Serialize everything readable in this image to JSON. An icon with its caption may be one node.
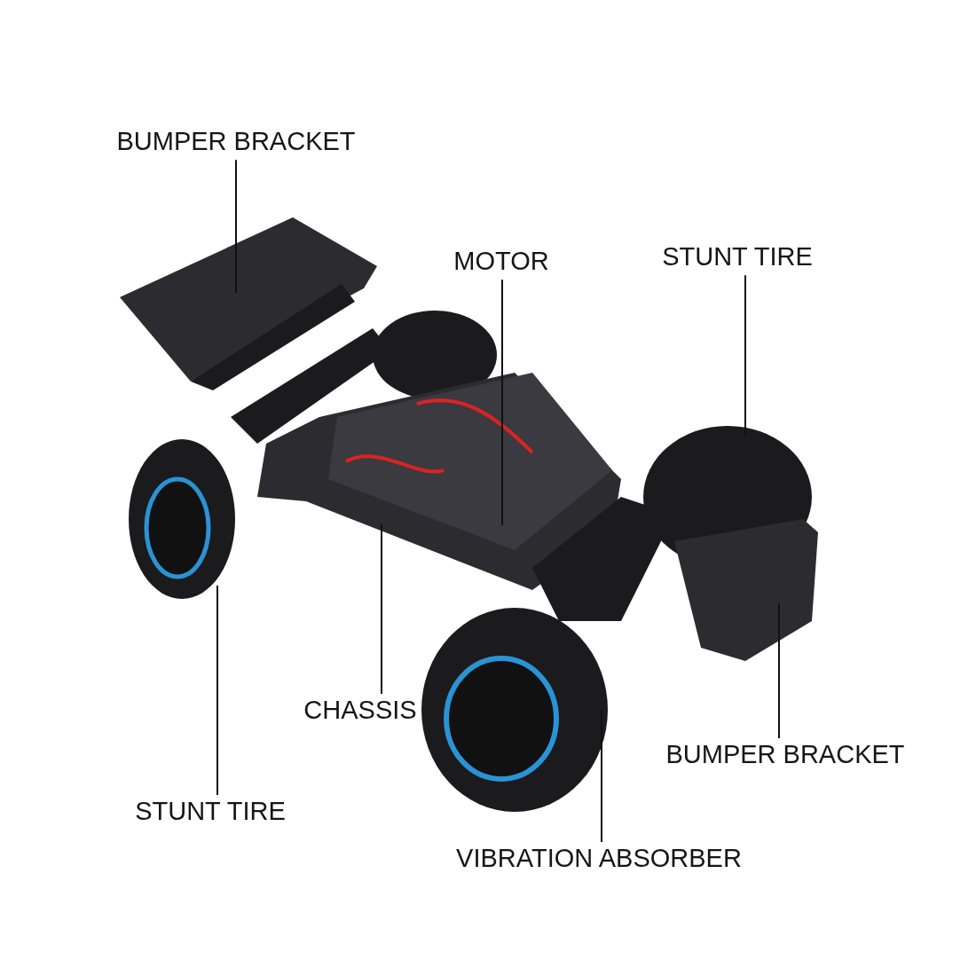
{
  "diagram": {
    "nodes": [
      {
        "text": [
          "BUMPER BRACKET"
        ]
      },
      {
        "text": [
          "MOTOR"
        ]
      },
      {
        "text": [
          "STUNT TIRE"
        ]
      },
      {
        "text": [
          "CHASSIS"
        ]
      },
      {
        "text": [
          "BUMPER BRACKET"
        ]
      },
      {
        "text": [
          "STUNT TIRE"
        ]
      },
      {
        "text": [
          "VIBRATION ABSORBER"
        ]
      }
    ],
    "edges": [
      {
        "from": 0,
        "to": null,
        "arrow": "none"
      },
      {
        "from": 1,
        "to": null,
        "arrow": "none"
      },
      {
        "from": 2,
        "to": null,
        "arrow": "none"
      },
      {
        "from": 3,
        "to": null,
        "arrow": "none"
      },
      {
        "from": 4,
        "to": null,
        "arrow": "none"
      },
      {
        "from": 5,
        "to": null,
        "arrow": "none"
      },
      {
        "from": 6,
        "to": null,
        "arrow": "none"
      }
    ]
  }
}
